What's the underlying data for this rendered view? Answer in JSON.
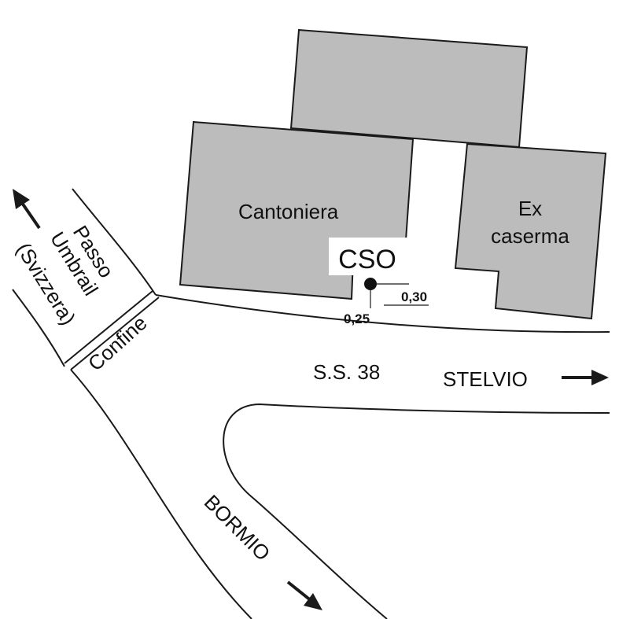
{
  "map": {
    "buildings": {
      "cantoniera": "Cantoniera",
      "ex_caserma_line1": "Ex",
      "ex_caserma_line2": "caserma"
    },
    "station": {
      "label": "CSO",
      "offset_right": "0,30",
      "offset_down": "0,25"
    },
    "roads": {
      "ss38": "S.S. 38",
      "stelvio": "STELVIO",
      "bormio": "BORMIO",
      "umbrail_line1": "Passo",
      "umbrail_line2": "Umbrail",
      "umbrail_line3": "(Svizzera)",
      "border": "Confine"
    },
    "colors": {
      "building_fill": "#bcbcbc",
      "outline": "#1a1a1a",
      "background": "#ffffff"
    },
    "icons": [
      "arrow-icon",
      "station-point-icon"
    ]
  }
}
